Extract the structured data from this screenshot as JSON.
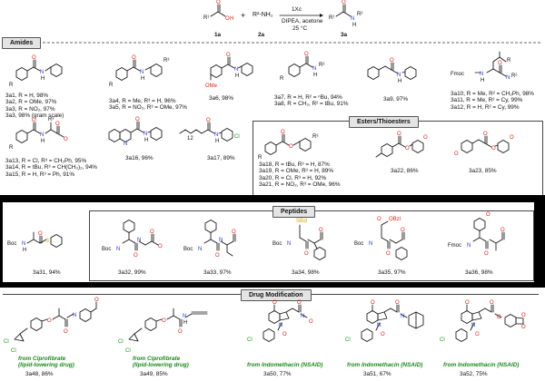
{
  "scheme": {
    "acid_label": "1a",
    "amine_label": "2a",
    "product_label": "3a",
    "amine_formula": "R²-NH₂",
    "plus": "+",
    "reagent": "1Xc",
    "conditions_1": "DIPEA, acetone",
    "conditions_2": "25 °C"
  },
  "sections": {
    "amides": "Amides",
    "esters": "Esters/Thioesters",
    "peptides": "Peptides",
    "drug": "Drug Modification"
  },
  "amides": {
    "c1": [
      "3a1, R = H, 98%",
      "3a2, R = OMe, 97%",
      "3a3, R = NO₂, 97%",
      "3a3, 98% (gram scale)"
    ],
    "c2": [
      "3a4, R = Me, R³ = H, 96%",
      "3a5, R = NO₂, R³ = OMe, 97%"
    ],
    "c3": [
      "3a6, 98%"
    ],
    "c4": [
      "3a7, R = H, R² = ⁿBu, 94%",
      "3a8, R = CH₃, R² = tBu, 91%"
    ],
    "c5": [
      "3a9, 97%"
    ],
    "c6": [
      "3a10, R = Me, R² = CH₂Ph, 98%",
      "3a11, R = Me, R² = Cy, 99%",
      "3a12, R = H, R² = Cy, 99%"
    ],
    "r2a": [
      "3a13, R = Cl, R³ = CH₂Ph, 95%",
      "3a14, R = tBu, R³ = CH(CH₃)₂, 94%",
      "3a15, R = H, R³ = Ph, 91%"
    ],
    "r2b": [
      "3a16, 96%"
    ],
    "r2c": [
      "3a17, 89%"
    ]
  },
  "esters": {
    "e1": [
      "3a18, R = tBu, R³ = H, 87%",
      "3a19, R = OMe, R³ = H, 89%",
      "3a20, R = Cl, R³ = H, 92%",
      "3a21, R = NO₂, R³ = OMe, 96%"
    ],
    "e2": "3a22, 86%",
    "e3": "3a23, 85%"
  },
  "peptides": {
    "p1": "3a31, 94%",
    "p2": "3a32, 99%",
    "p3": "3a33, 97%",
    "p4": "3a34, 98%",
    "p5": "3a35, 97%",
    "p6": "3a36, 98%"
  },
  "drugs": {
    "d1_src": "from Ciprofibrate",
    "d1_type": "(lipid-lowering drug)",
    "d1_lbl": "3a48, 86%",
    "d2_src": "from Ciprofibrate",
    "d2_type": "(lipid-lowering drug)",
    "d2_lbl": "3a49, 85%",
    "d3_src": "from Indomethacin (NSAID)",
    "d3_lbl": "3a50, 77%",
    "d4_src": "from Indomethacin (NSAID)",
    "d4_lbl": "3a51, 67%",
    "d5_src": "from Indomethacin (NSAID)",
    "d5_lbl": "3a52, 75%"
  },
  "atoms": {
    "O": "O",
    "N": "N",
    "H": "H",
    "S": "S",
    "Cl": "Cl",
    "NH": "NH",
    "HN": "HN",
    "R": "R",
    "R1": "R¹",
    "R2": "R²",
    "R3": "R³",
    "Boc": "Boc",
    "Fmoc": "Fmoc",
    "OMe": "OMe",
    "SBzl": "SBzl",
    "OBzl": "OBzl",
    "n12": "12"
  },
  "colors": {
    "oxygen": "#e2231a",
    "nitrogen": "#2a3bd0",
    "sulfur": "#e0a000",
    "chlorine": "#1a9a1a",
    "drug_source": "#1a8a1a"
  }
}
